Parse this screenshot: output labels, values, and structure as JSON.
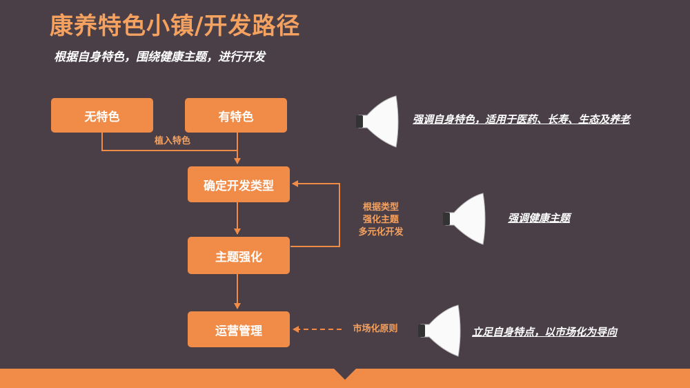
{
  "title": "康养特色小镇/开发路径",
  "subtitle": "根据自身特色，围绕健康主题，进行开发",
  "flow": {
    "no_feature": "无特色",
    "has_feature": "有特色",
    "implant_label": "植入特色",
    "determine_type": "确定开发类型",
    "theme_strengthen": "主题强化",
    "operation": "运营管理",
    "loop_label": [
      "根据类型",
      "强化主题",
      "多元化开发"
    ],
    "market_label": "市场化原则"
  },
  "notes": {
    "note1": "强调自身特色，适用于医药、长寿、生态及养老",
    "note2": "强调健康主题",
    "note3": "立足自身特点，以市场化为导向"
  },
  "colors": {
    "background": "#4a3f47",
    "accent": "#f08c48",
    "title": "#f5a261"
  },
  "icons": [
    "funnel-icon",
    "funnel-icon",
    "funnel-icon"
  ]
}
